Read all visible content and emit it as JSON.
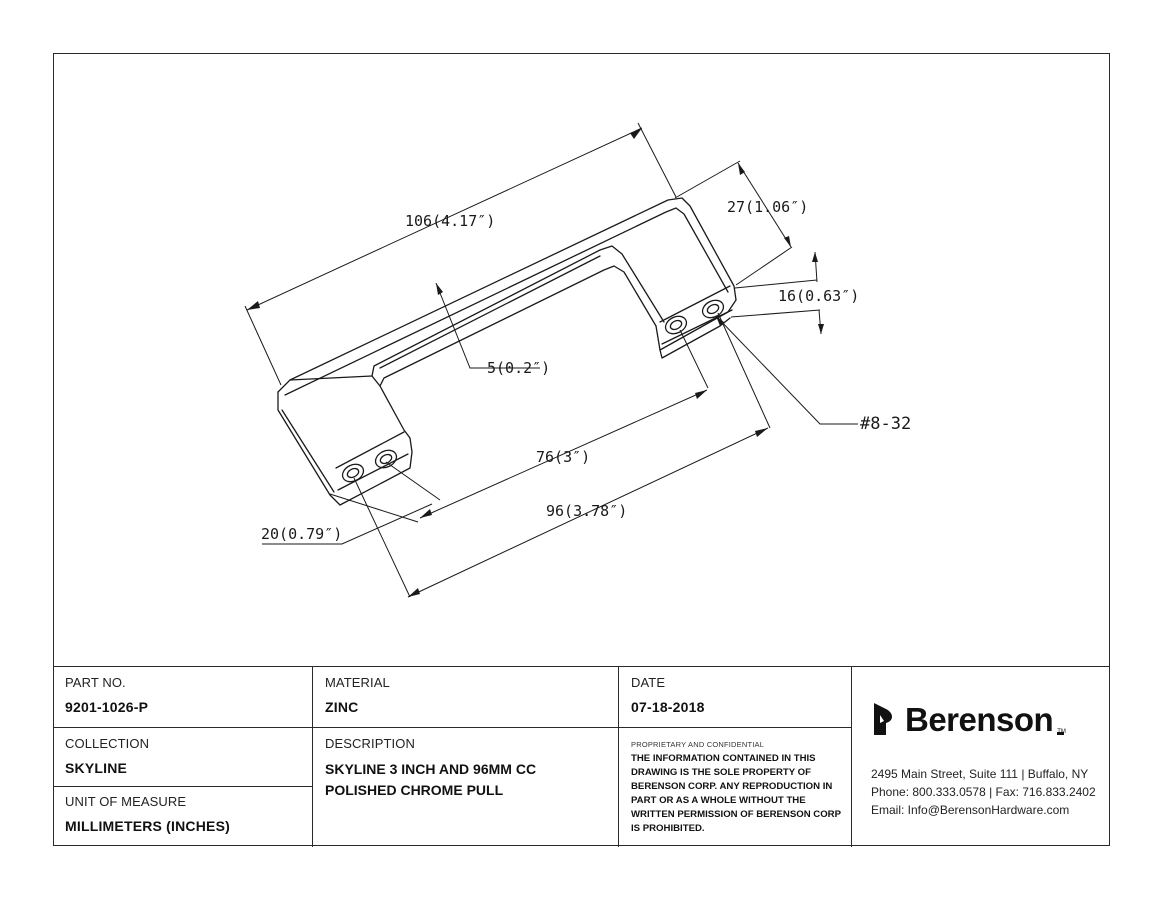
{
  "drawing": {
    "dimensions": {
      "overall_length": "106(4.17″)",
      "height": "27(1.06″)",
      "width": "16(0.63″)",
      "thickness": "5(0.2″)",
      "cc_inch": "76(3″)",
      "cc_mm": "96(3.78″)",
      "depth": "20(0.79″)",
      "thread": "#8-32"
    }
  },
  "title_block": {
    "part_no": {
      "label": "PART NO.",
      "value": "9201-1026-P"
    },
    "material": {
      "label": "MATERIAL",
      "value": "ZINC"
    },
    "date": {
      "label": "DATE",
      "value": "07-18-2018"
    },
    "collection": {
      "label": "COLLECTION",
      "value": "SKYLINE"
    },
    "unit": {
      "label": "UNIT OF MEASURE",
      "value": "MILLIMETERS (INCHES)"
    },
    "description": {
      "label": "DESCRIPTION",
      "value": "SKYLINE 3 INCH AND 96MM CC POLISHED CHROME PULL"
    },
    "proprietary": {
      "heading": "PROPRIETARY AND CONFIDENTIAL",
      "body": "THE INFORMATION CONTAINED IN THIS DRAWING IS THE SOLE PROPERTY OF BERENSON CORP. ANY REPRODUCTION IN PART OR AS A WHOLE WITHOUT THE WRITTEN PERMISSION OF BERENSON CORP IS PROHIBITED."
    }
  },
  "brand": {
    "name": "Berenson",
    "trademark": "TM",
    "address": "2495 Main Street, Suite 111 | Buffalo, NY",
    "phone_fax": "Phone: 800.333.0578 | Fax: 716.833.2402",
    "email": "Email: Info@BerensonHardware.com"
  }
}
